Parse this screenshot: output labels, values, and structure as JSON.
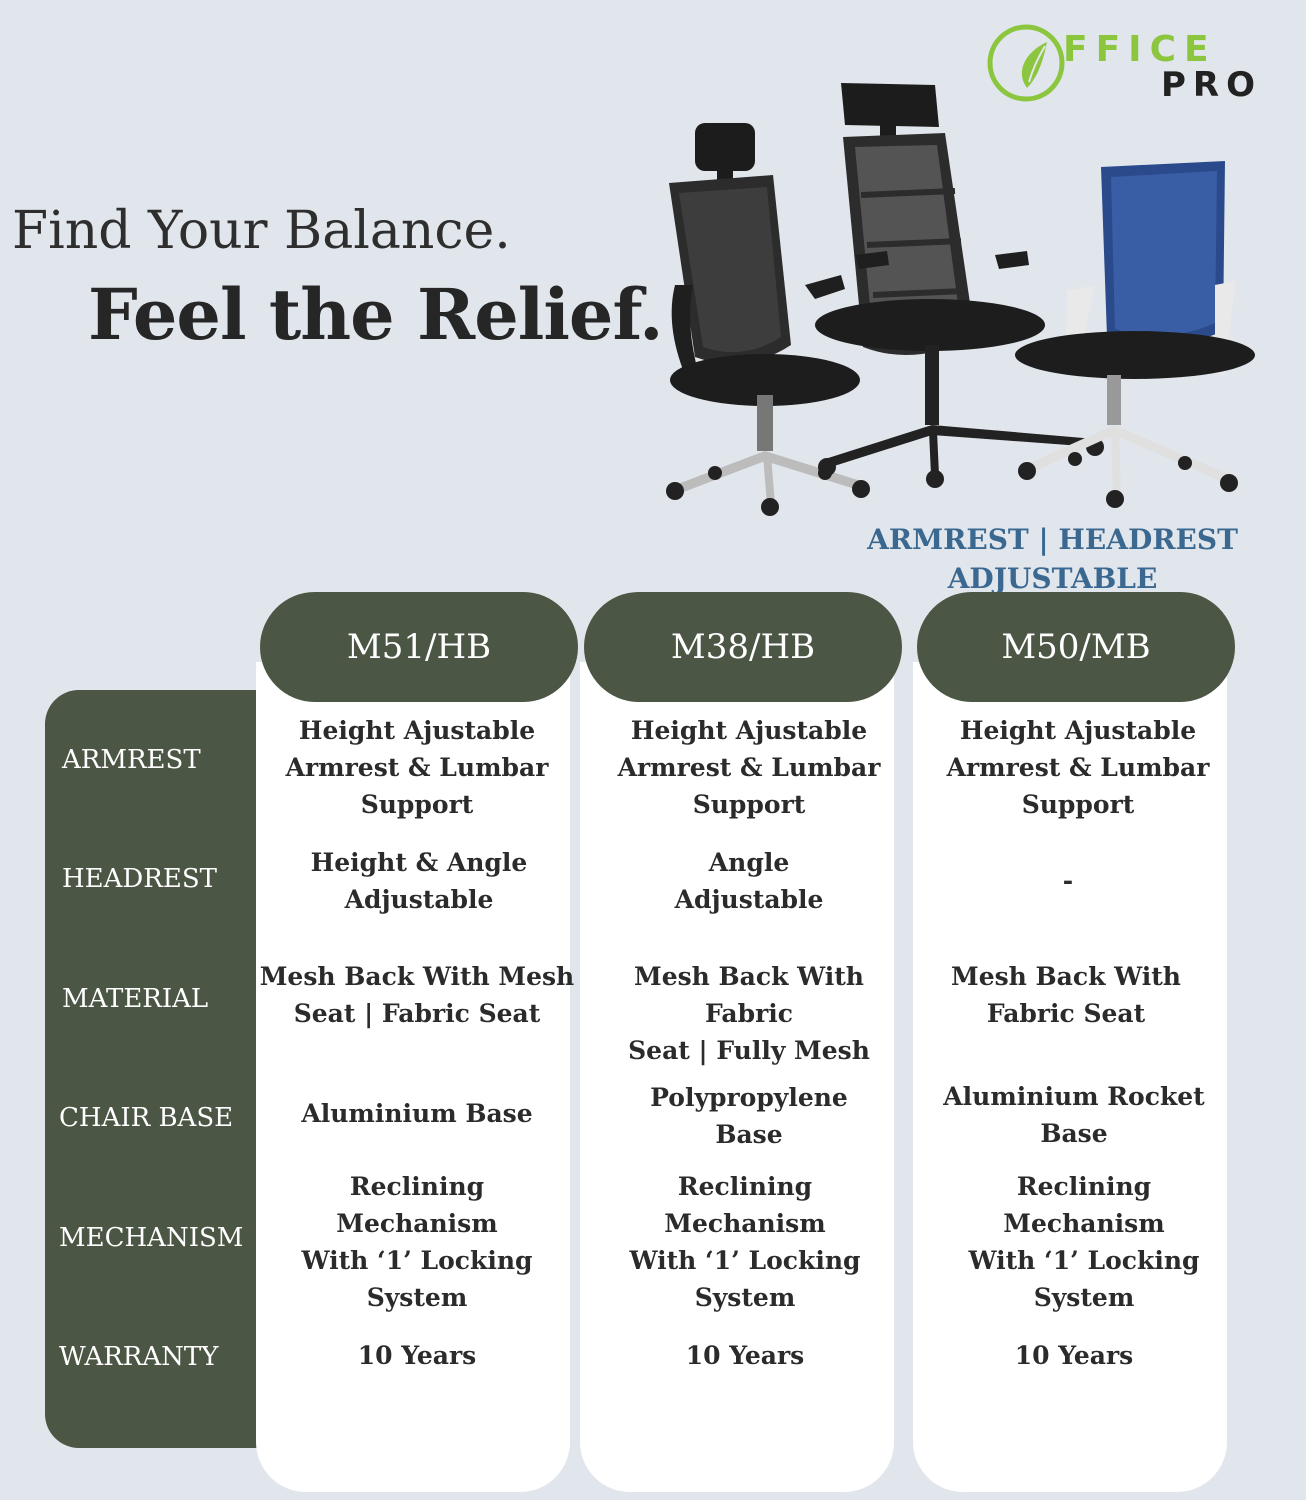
{
  "brand": {
    "logo_top": "FFICE",
    "logo_bottom": "PRO",
    "accent": "#8cc63f"
  },
  "headline": {
    "line1": "Find Your Balance.",
    "line2": "Feel the Relief."
  },
  "tag": {
    "line1": "ARMREST | HEADREST",
    "line2": "ADJUSTABLE"
  },
  "labels": [
    "ARMREST",
    "HEADREST",
    "MATERIAL",
    "CHAIR BASE",
    "MECHANISM",
    "WARRANTY"
  ],
  "models": [
    {
      "name": "M51/HB",
      "armrest": "Height Ajustable\nArmrest & Lumbar\nSupport",
      "headrest": "Height & Angle\nAdjustable",
      "material": "Mesh Back With Mesh\nSeat | Fabric Seat",
      "base": "Aluminium Base",
      "mechanism": "Reclining\nMechanism\nWith ‘1’ Locking\nSystem",
      "warranty": "10 Years"
    },
    {
      "name": "M38/HB",
      "armrest": "Height Ajustable\nArmrest & Lumbar\nSupport",
      "headrest": "Angle\nAdjustable",
      "material": "Mesh Back With Fabric\nSeat | Fully Mesh",
      "base": "Polypropylene\nBase",
      "mechanism": "Reclining\nMechanism\nWith ‘1’ Locking\nSystem",
      "warranty": "10 Years"
    },
    {
      "name": "M50/MB",
      "armrest": "Height Ajustable\nArmrest & Lumbar\nSupport",
      "headrest": "-",
      "material": "Mesh Back With\nFabric Seat",
      "base": "Aluminium Rocket\nBase",
      "mechanism": "Reclining\nMechanism\nWith ‘1’ Locking\nSystem",
      "warranty": "10 Years"
    }
  ],
  "colors": {
    "panel": "#4b5644",
    "background": "#e1e6ec",
    "tag": "#3a6890",
    "chair_blue": "#2a4a8c"
  }
}
